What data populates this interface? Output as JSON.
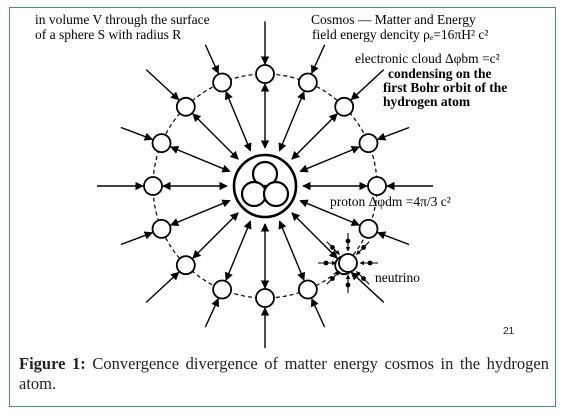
{
  "labels": {
    "top_left_line1": "in volume V through the surface",
    "top_left_line2": "of a sphere S with radius  R",
    "top_right_line1": "Cosmos — Matter and Energy",
    "top_right_line2": "field energy dencity ρₑ=16πH² c²",
    "electron_line1": "electronic cloud Δφbm =c²",
    "electron_line2": "condensing on the",
    "electron_line3": "first Bohr orbit of the",
    "electron_line4": "hydrogen atom",
    "proton": "proton  Δφdm =4π/3 c²",
    "neutrino": "neutrino",
    "page_number": "21"
  },
  "caption": {
    "label": "Figure 1:",
    "text": " Convergence divergence of matter energy cosmos in the hydrogen atom."
  },
  "colors": {
    "ink": "#000000",
    "frame_border": "#4a8a8f",
    "background": "#ffffff"
  }
}
